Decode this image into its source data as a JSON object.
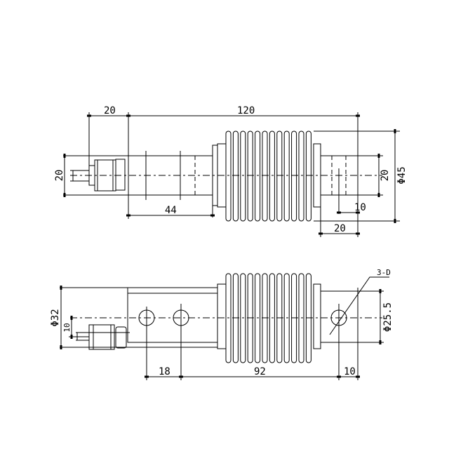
{
  "top_view": {
    "dims": {
      "connector_length": "20",
      "overall_length": "120",
      "height_left": "20",
      "beam_length": "44",
      "height_right": "20",
      "bellows_diameter": "Φ45",
      "hole_offset": "10",
      "end_length": "20"
    }
  },
  "bottom_view": {
    "dims": {
      "body_diameter": "Φ32",
      "cable_offset": "10",
      "end_diameter": "Φ25.5",
      "holes_note": "3-D",
      "hole_spacing": "18",
      "hole_span": "92",
      "end_hole_offset": "10"
    }
  },
  "colors": {
    "line": "#000000",
    "background": "#ffffff"
  }
}
